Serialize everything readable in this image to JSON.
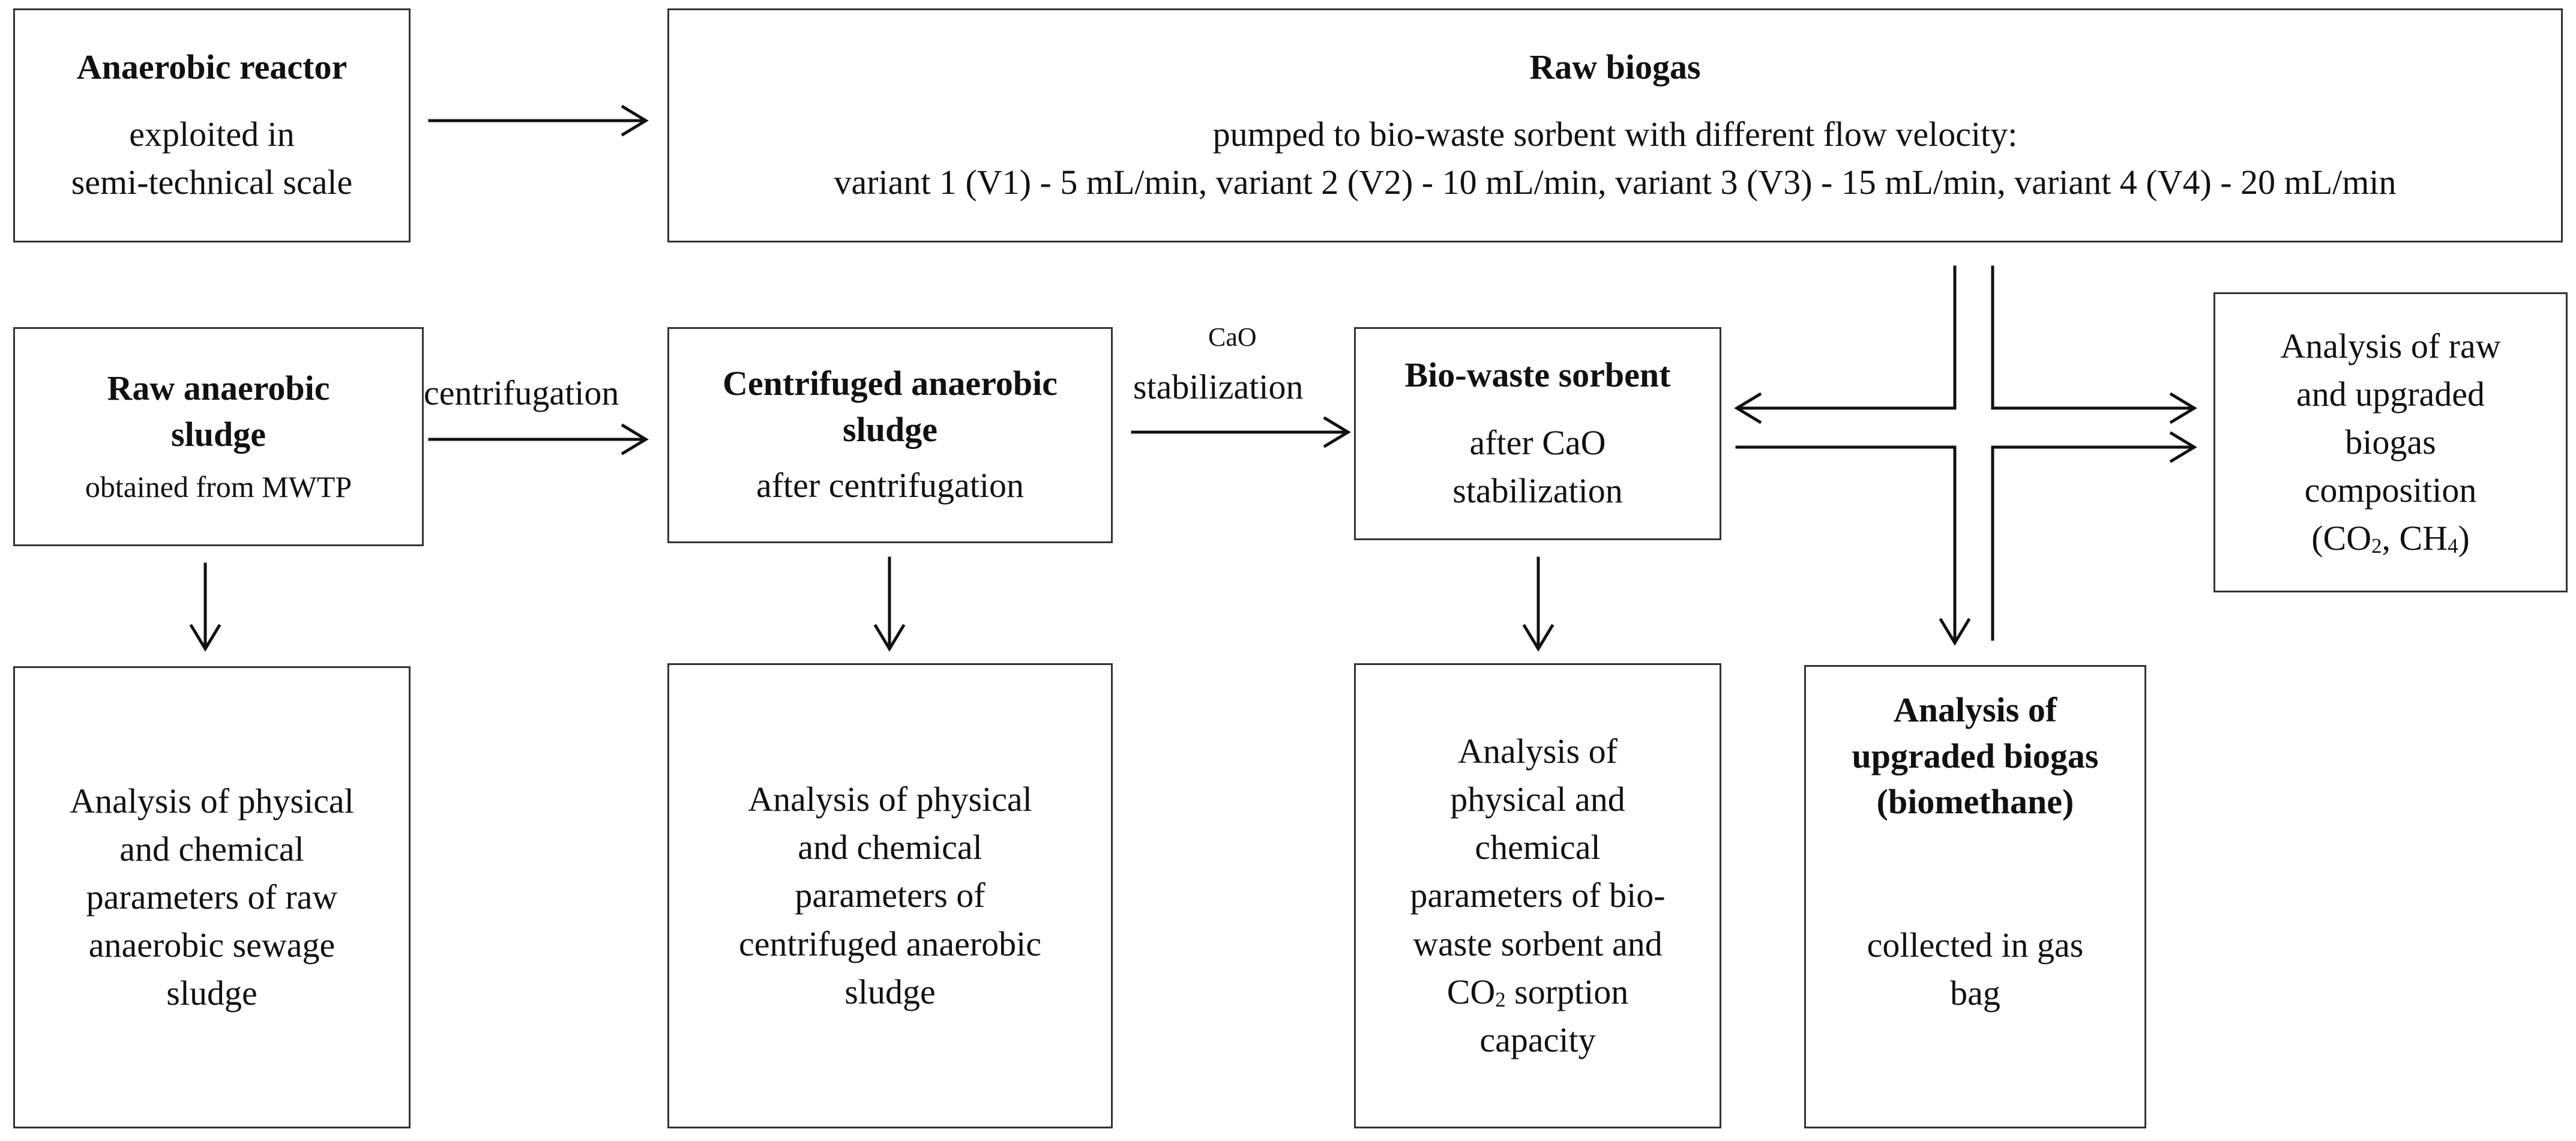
{
  "boxes": {
    "anaerobic_reactor": {
      "title": "Anaerobic reactor",
      "line1": "exploited in",
      "line2": "semi-technical scale"
    },
    "raw_biogas": {
      "title": "Raw biogas",
      "line1": "pumped to bio-waste sorbent with different flow velocity:",
      "line2": "variant 1 (V1) - 5 mL/min, variant 2 (V2) - 10 mL/min, variant 3 (V3) - 15 mL/min, variant 4 (V4) - 20 mL/min"
    },
    "raw_sludge": {
      "title1": "Raw anaerobic",
      "title2": "sludge",
      "note": "obtained from MWTP"
    },
    "centrifuged_sludge": {
      "title1": "Centrifuged anaerobic",
      "title2": "sludge",
      "note": "after centrifugation"
    },
    "bio_waste_sorbent": {
      "title": "Bio-waste sorbent",
      "line1": "after CaO",
      "line2": "stabilization"
    },
    "gas_analysis": {
      "line1": "Analysis of raw",
      "line2": "and upgraded",
      "line3": "biogas",
      "line4": "composition",
      "formula_open": "(CO",
      "co2_sub": "2",
      "formula_mid": ", CH",
      "ch4_sub": "4",
      "formula_close": ")"
    },
    "raw_sludge_analysis": {
      "line1": "Analysis of physical",
      "line2": "and chemical",
      "line3": "parameters of raw",
      "line4": "anaerobic sewage",
      "line5": "sludge"
    },
    "centrifuged_analysis": {
      "line1": "Analysis of physical",
      "line2": "and chemical",
      "line3": "parameters of",
      "line4": "centrifuged anaerobic",
      "line5": "sludge"
    },
    "sorbent_analysis": {
      "line1": "Analysis of",
      "line2": "physical and",
      "line3": "chemical",
      "line4": "parameters of bio-",
      "line5": "waste sorbent and",
      "co2_prefix": "CO",
      "co2_sub": "2",
      "co2_suffix": " sorption",
      "line7": "capacity"
    },
    "upgraded_biogas": {
      "title1": "Analysis of",
      "title2": "upgraded biogas",
      "title3": "(biomethane)",
      "line1": "collected in gas",
      "line2": "bag"
    }
  },
  "labels": {
    "centrifugation": "centrifugation",
    "cao": "CaO",
    "stabilization": "stabilization"
  }
}
